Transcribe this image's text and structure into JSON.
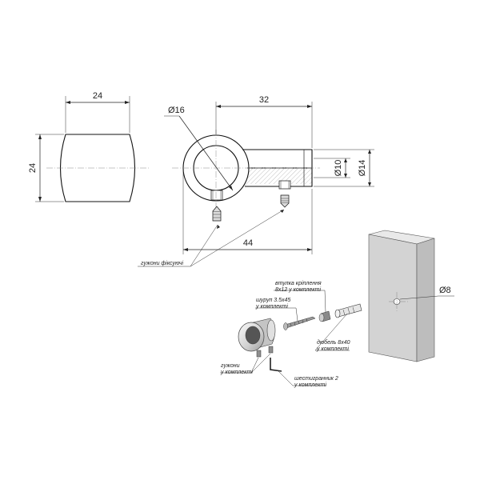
{
  "dimensions": {
    "front_width": "24",
    "front_height": "24",
    "side_length": "32",
    "outer_diameter": "Ø16",
    "inner_diameter": "Ø10",
    "tube_diameter": "Ø14",
    "total_length": "44",
    "wall_hole": "Ø8"
  },
  "labels": {
    "set_screws": "гужони фіксуючі",
    "sleeve_line1": "втулка кріплення",
    "sleeve_line2": "8x12 у комплекті",
    "screw_line1": "шуруп 3.5x45",
    "screw_line2": "у комплекті",
    "dowel_line1": "дюбель 8x40",
    "dowel_line2": "у комплекті",
    "grubs_line1": "гужони",
    "grubs_line2": "у комплекті",
    "hexkey_line1": "шестигранник 2",
    "hexkey_line2": "у комплекті"
  },
  "colors": {
    "section_fill": "#d8d8d8",
    "wall_front": "#d3d3d3",
    "wall_side": "#bdbdbd",
    "wall_top": "#e9e9e9"
  }
}
